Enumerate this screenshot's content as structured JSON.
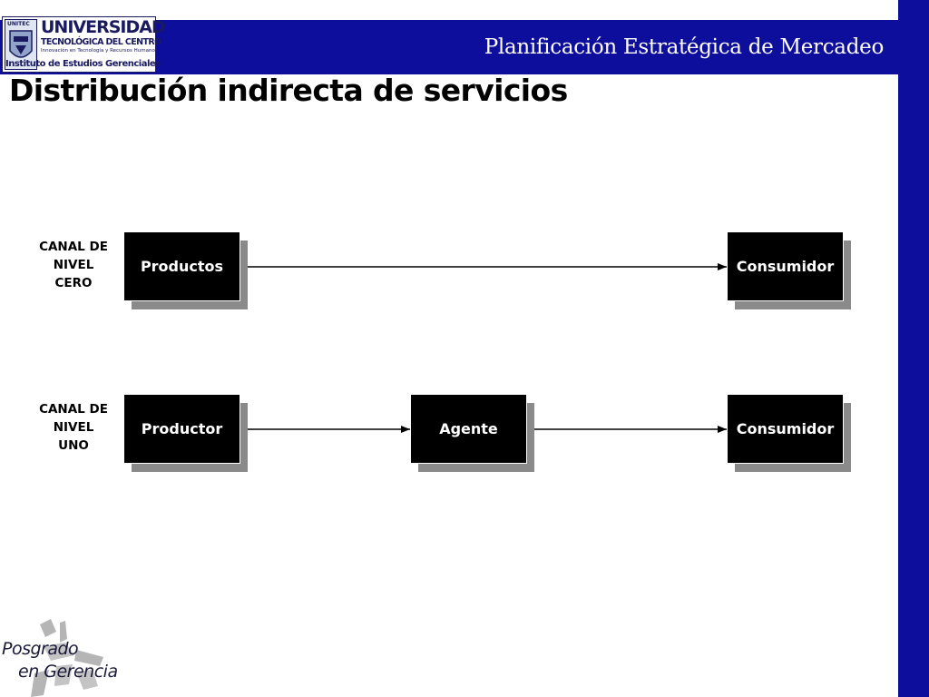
{
  "header": {
    "title": "Planificación Estratégica de Mercadeo"
  },
  "logo": {
    "emblem_label": "UNITEC",
    "line1": "UNIVERSIDAD",
    "line2": "TECNOLÓGICA DEL CENTRO",
    "line3": "Innovación en Tecnología y Recursos Humanos",
    "line4": "Instituto de Estudios Gerenciales"
  },
  "page_title": "Distribución indirecta de servicios",
  "channels": [
    {
      "label_lines": [
        "CANAL DE",
        "NIVEL",
        "CERO"
      ],
      "nodes": [
        "Productos",
        "Consumidor"
      ]
    },
    {
      "label_lines": [
        "CANAL DE",
        "NIVEL",
        "UNO"
      ],
      "nodes": [
        "Productor",
        "Agente",
        "Consumidor"
      ]
    }
  ],
  "footer": {
    "line1": "Posgrado",
    "line2": "en Gerencia"
  },
  "colors": {
    "brand_blue": "#0e0e9c",
    "node_fill": "#000000",
    "node_shadow": "#8a8a8a"
  }
}
